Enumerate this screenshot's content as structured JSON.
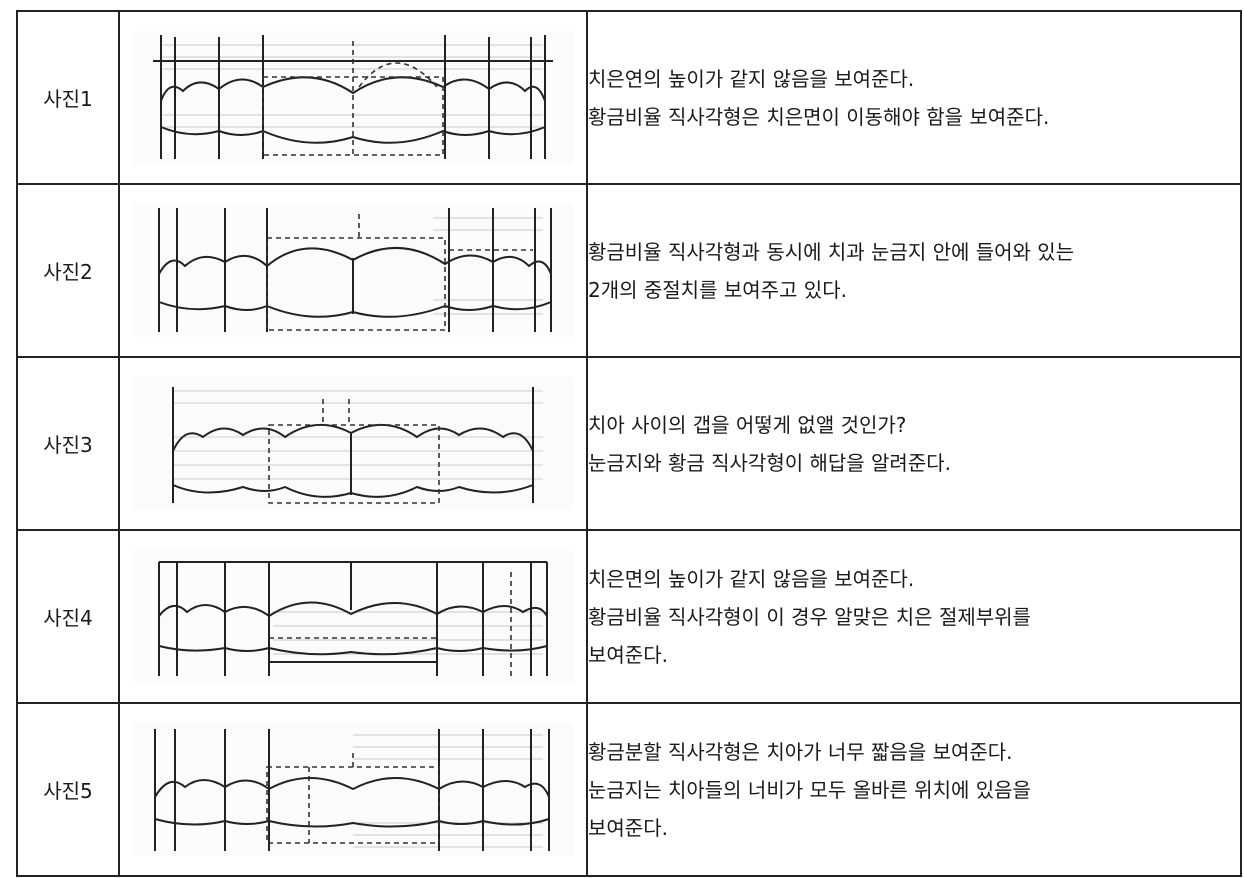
{
  "rows": [
    {
      "label": "사진1",
      "lines": [
        "치은연의 높이가 같지 않음을 보여준다.",
        "황금비율 직사각형은 치은면이 이동해야 함을 보여준다."
      ],
      "figure": "teeth-diagram-gum-line-arc"
    },
    {
      "label": "사진2",
      "lines": [
        "황금비율 직사각형과 동시에 치과 눈금지 안에 들어와 있는",
        "2개의 중절치를 보여주고 있다."
      ],
      "figure": "teeth-diagram-central-incisors"
    },
    {
      "label": "사진3",
      "lines": [
        "치아 사이의 갭을 어떻게 없앨 것인가?",
        "눈금지와 황금 직사각형이 해답을 알려준다."
      ],
      "figure": "teeth-diagram-gap"
    },
    {
      "label": "사진4",
      "lines": [
        "치은면의 높이가 같지 않음을 보여준다.",
        "황금비율 직사각형이 이 경우 알맞은 치은 절제부위를",
        "보여준다."
      ],
      "figure": "teeth-diagram-gingival-cut"
    },
    {
      "label": "사진5",
      "lines": [
        "황금분할 직사각형은 치아가 너무 짧음을 보여준다.",
        "눈금지는 치아들의 너비가 모두 올바른 위치에 있음을",
        "보여준다."
      ],
      "figure": "teeth-diagram-short-teeth"
    }
  ]
}
